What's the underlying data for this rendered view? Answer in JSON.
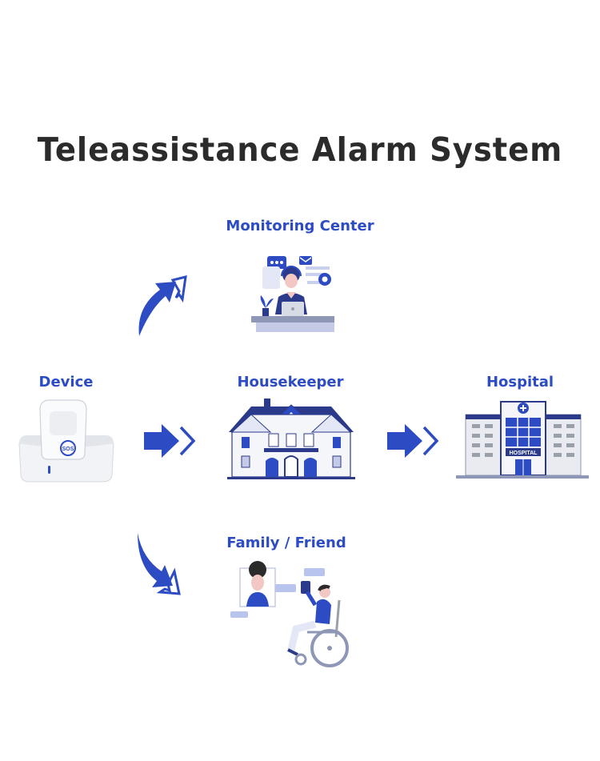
{
  "title": "Teleassistance Alarm System",
  "colors": {
    "accent": "#2d4cc4",
    "accent_light": "#b8c3ee",
    "title": "#2b2b2b",
    "gray": "#9aa0aa"
  },
  "nodes": {
    "monitoring_center": {
      "label": "Monitoring Center",
      "icon": "operator-headset-icon"
    },
    "device": {
      "label": "Device",
      "sos_text": "SOS",
      "icon": "sos-pendant-device-icon"
    },
    "housekeeper": {
      "label": "Housekeeper",
      "icon": "house-icon"
    },
    "hospital": {
      "label": "Hospital",
      "sign_text": "HOSPITAL",
      "icon": "hospital-building-icon"
    },
    "family_friend": {
      "label": "Family / Friend",
      "icon": "video-call-wheelchair-icon"
    }
  },
  "edges": [
    {
      "from": "Device",
      "to": "Monitoring Center",
      "icon": "arrow-up-right-icon"
    },
    {
      "from": "Device",
      "to": "Housekeeper",
      "icon": "arrow-right-icon"
    },
    {
      "from": "Housekeeper",
      "to": "Hospital",
      "icon": "arrow-right-icon"
    },
    {
      "from": "Device",
      "to": "Family / Friend",
      "icon": "arrow-down-right-icon"
    }
  ]
}
